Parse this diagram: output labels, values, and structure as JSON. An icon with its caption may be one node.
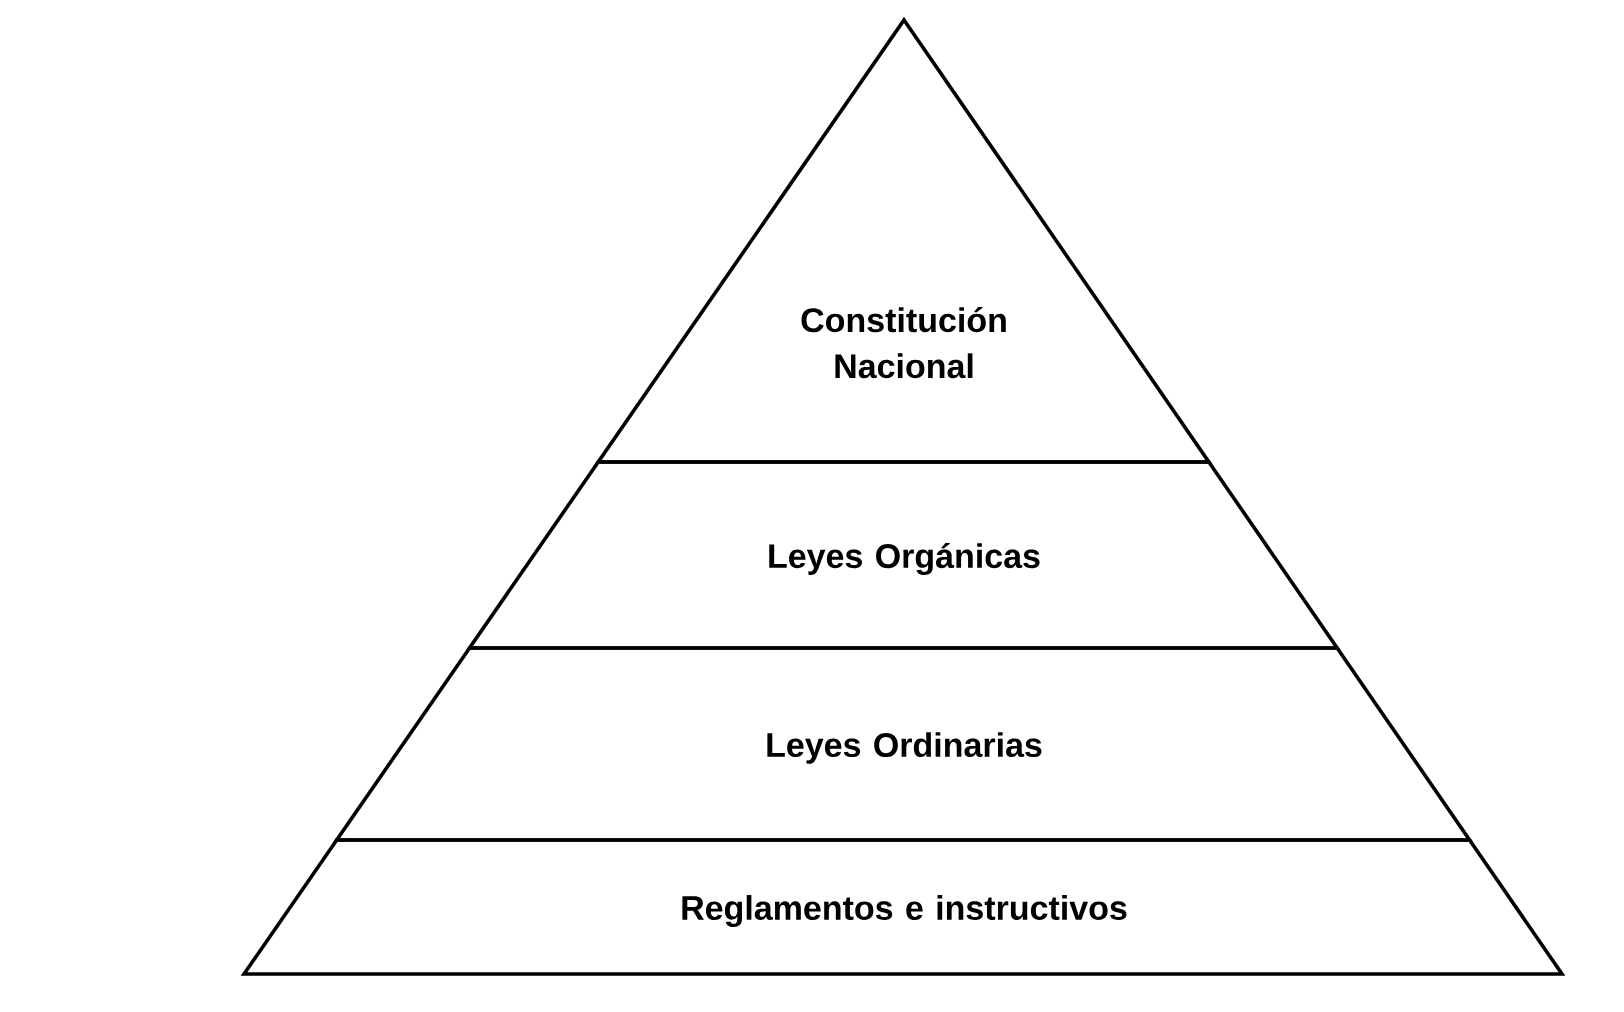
{
  "diagram": {
    "nodes": [
      {
        "text": [
          "Constitución Nacional"
        ]
      },
      {
        "text": [
          "Leyes Orgánicas"
        ]
      },
      {
        "text": [
          "Leyes Ordinarias"
        ]
      },
      {
        "text": [
          "Reglamentos e instructivos"
        ]
      }
    ]
  }
}
